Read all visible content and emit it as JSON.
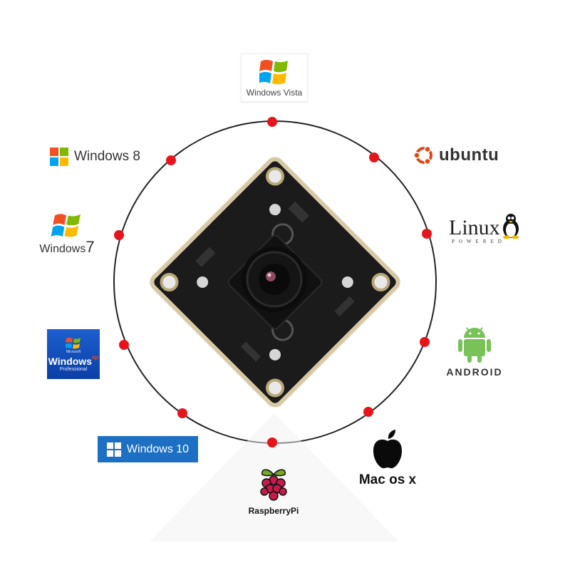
{
  "logos": {
    "vista": {
      "label": "Windows Vista",
      "icon": "windows-flag-icon"
    },
    "win8": {
      "label": "Windows 8",
      "icon": "windows-flag-icon"
    },
    "win7": {
      "label": "Windows",
      "suffix": "7",
      "icon": "windows-flag-icon"
    },
    "winxp": {
      "label": "Windows",
      "superscript": "xp",
      "sub": "Professional",
      "tiny": "Microsoft",
      "icon": "windows-flag-icon"
    },
    "win10": {
      "label": "Windows 10",
      "icon": "windows-tile-icon"
    },
    "ubuntu": {
      "label": "ubuntu",
      "icon": "ubuntu-circle-icon"
    },
    "linux": {
      "label": "Linux",
      "sub": "POWERED",
      "icon": "tux-penguin-icon"
    },
    "android": {
      "label": "ANDROID",
      "icon": "android-robot-icon"
    },
    "mac": {
      "label": "Mac os x",
      "icon": "apple-icon"
    },
    "rpi": {
      "label": "RaspberryPi",
      "icon": "raspberry-icon"
    }
  },
  "colors": {
    "ring": "#222222",
    "dot": "#e8141c",
    "pcb": "#1b1b1b",
    "win_red": "#f25022",
    "win_green": "#7fba00",
    "win_blue": "#00a4ef",
    "win_yellow": "#ffb900",
    "ubuntu_orange": "#dd4814",
    "android_green": "#78c257",
    "rpi_red": "#c51a4a",
    "rpi_green": "#75a928"
  }
}
